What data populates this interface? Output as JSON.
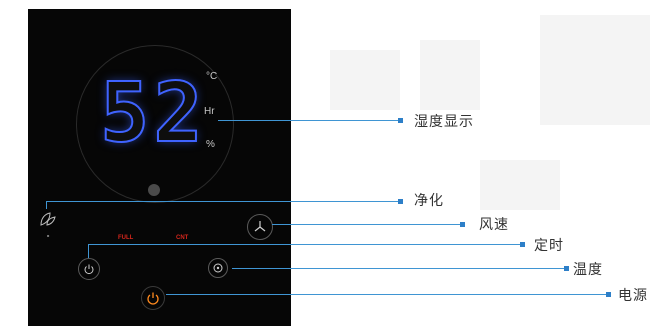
{
  "display": {
    "value": "52"
  },
  "units": {
    "celsius": "°C",
    "hours": "Hr",
    "percent": "%"
  },
  "modes": {
    "full": "FULL",
    "cnt": "CNT"
  },
  "callouts": {
    "humidity_display": "湿度显示",
    "purify": "净化",
    "fan_speed": "风速",
    "timer": "定时",
    "temperature": "温度",
    "power": "电源"
  },
  "colors": {
    "panel": "#060606",
    "segment": "#3f63ff",
    "leader_line": "#3f95d3",
    "mode_text": "#d4261c",
    "power_icon": "#ff8a1f"
  },
  "icons": {
    "purify": "leaf-icon",
    "fan": "fan-icon",
    "timer": "power-icon",
    "temperature": "temperature-icon",
    "power": "power-icon"
  }
}
